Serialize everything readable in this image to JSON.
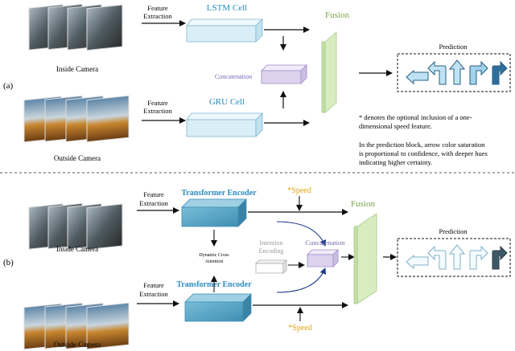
{
  "panel_a": {
    "label": "(a)",
    "inside_camera": "Inside Camera",
    "outside_camera": "Outside Camera",
    "feature_extraction_top": [
      "Feature",
      "Extraction"
    ],
    "feature_extraction_bottom": [
      "Feature",
      "Extraction"
    ],
    "lstm": "LSTM Cell",
    "gru": "GRU Cell",
    "concatenation": "Concatenation",
    "fusion": "Fusion",
    "prediction": "Prediction",
    "note_speed": [
      "* denotes the optional inclusion of a one-",
      "dimensional speed feature."
    ],
    "note_prediction": [
      "In the prediction block, arrow color saturation",
      "is proportional to confidence, with deeper hues",
      "indicating higher certainty."
    ]
  },
  "panel_b": {
    "label": "(b)",
    "inside_camera": "Inside Camera",
    "outside_camera": "Outside Camera",
    "feature_extraction_top": [
      "Feature",
      "Extraction"
    ],
    "feature_extraction_bottom": [
      "Feature",
      "Extraction"
    ],
    "transformer_top": "Transformer Encoder",
    "transformer_bottom": "Transformer Encoder",
    "speed_top": "*Speed",
    "speed_bottom": "*Speed",
    "dynamic_cross": [
      "Dynamic Cross",
      "Attention"
    ],
    "intention_encoding": [
      "Intention",
      "Encoding"
    ],
    "concatenation": "Concatenation",
    "fusion": "Fusion",
    "prediction": "Prediction"
  },
  "colors": {
    "lstm_box": "#d9eef7",
    "transformer_box": "#5aa9c9",
    "concat_box": "#ddd3ef",
    "fusion_box": "#d8edbf",
    "title_blue": "#2b8bbf",
    "fusion_green": "#7aa24a",
    "speed_orange": "#e7a317",
    "concat_purple": "#7b66b2"
  },
  "icons": {
    "frames": "camera-frame-stack",
    "prediction_arrows": [
      "turn-left-arrow",
      "turn-left-up-arrow",
      "straight-arrow",
      "turn-right-up-arrow",
      "turn-right-arrow"
    ]
  }
}
